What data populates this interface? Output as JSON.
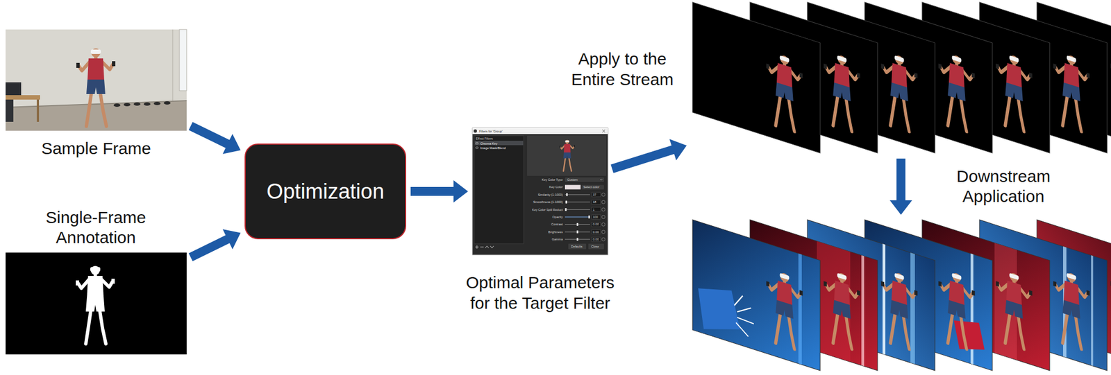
{
  "diagram": {
    "nodes": [
      {
        "text": [
          "Sample Frame"
        ]
      },
      {
        "text": [
          "Single-Frame Annotation"
        ]
      },
      {
        "text": [
          "Optimization"
        ]
      },
      {
        "text": [
          "Optimal Parameters for the Target Filter"
        ]
      },
      {
        "text": [
          "Apply to the Entire Stream"
        ]
      },
      {
        "text": [
          "Downstream Application"
        ]
      }
    ],
    "edges": [
      {
        "from": 0,
        "to": 2,
        "arrow": "to"
      },
      {
        "from": 1,
        "to": 2,
        "arrow": "to"
      },
      {
        "from": 2,
        "to": 3,
        "arrow": "to"
      },
      {
        "from": 3,
        "to": 4,
        "arrow": "to"
      },
      {
        "from": 4,
        "to": 5,
        "arrow": "to"
      }
    ],
    "labels": [
      "Filters for 'Group'",
      "Effect Filters",
      "Chroma Key",
      "Image Mask/Blend",
      "Key Color Type",
      "Custom",
      "Key Color",
      "Select color",
      "Similarity (1-1000)",
      "37",
      "Smoothness (1-1000)",
      "18",
      "Key Color Spill Reduct",
      "1",
      "Opacity",
      "100",
      "Contrast",
      "0.00",
      "Brightness",
      "0.00",
      "Gamma",
      "0.00",
      "Defaults",
      "Close"
    ]
  }
}
